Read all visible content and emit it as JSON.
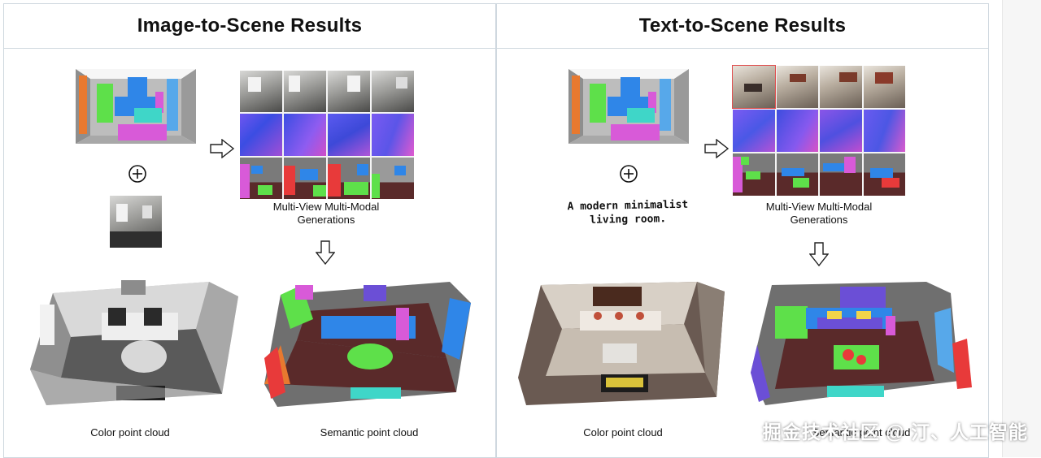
{
  "left_panel": {
    "title": "Image-to-Scene Results",
    "grid_caption": "Multi-View Multi-Modal\nGenerations",
    "color_caption": "Color point cloud",
    "semantic_caption": "Semantic point cloud",
    "plus_symbol": "+",
    "arrow_right": "⇨",
    "arrow_down": "⇩"
  },
  "right_panel": {
    "title": "Text-to-Scene Results",
    "prompt_text": "A modern minimalist\nliving room.",
    "grid_caption": "Multi-View Multi-Modal\nGenerations",
    "color_caption": "Color point cloud",
    "semantic_caption": "Semantic point cloud",
    "plus_symbol": "+",
    "arrow_right": "⇨",
    "arrow_down": "⇩"
  },
  "watermark": "掘金技术社区 @ 汀、人工智能",
  "colors": {
    "layout_box_green": "#5ee04a",
    "layout_box_blue": "#2f86e8",
    "layout_box_cyan": "#3fd6c8",
    "layout_box_magenta": "#d85ad8",
    "layout_box_orange": "#e8792f",
    "layout_box_lightblue": "#57a8ea",
    "sem_floor": "#5a2a2a",
    "sem_wall": "#6f6f6f"
  }
}
